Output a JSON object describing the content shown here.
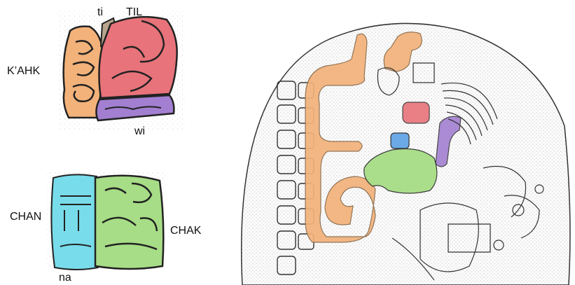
{
  "labels": {
    "kahk": "K’AHK",
    "ti": "ti",
    "til": "TIL",
    "wi": "wi",
    "chan": "CHAN",
    "chak": "CHAK",
    "na": "na"
  },
  "glyph_colors": {
    "kahk": "#f2b27a",
    "ti": "#b8a58e",
    "til": "#e8737a",
    "wi": "#a27fd0",
    "chan": "#78dcea",
    "chak": "#a7dd86",
    "stela_blue": "#6aa9e6"
  },
  "scene": {
    "description_icons": [
      "glyph-block-kahk-tiil-wi",
      "glyph-block-chan-chak",
      "stela-drawing"
    ]
  }
}
